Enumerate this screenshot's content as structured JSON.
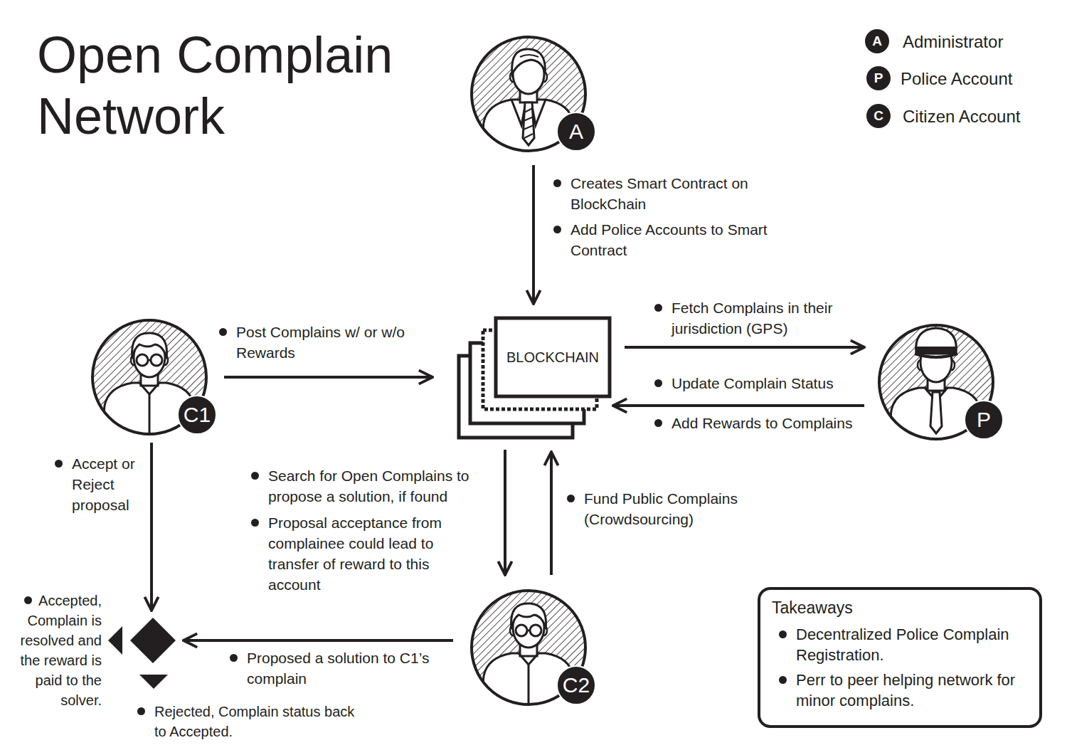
{
  "diagram": {
    "title": "Open Complain Network",
    "nodes": [
      {
        "text": [
          "A"
        ]
      },
      {
        "text": [
          "C1"
        ]
      },
      {
        "text": [
          "BLOCKCHAIN"
        ]
      },
      {
        "text": [
          "P"
        ]
      },
      {
        "text": [
          "Accepted, Complain is resolved and the reward is paid to the solver.",
          "Rejected, Complain status back to Accepted."
        ]
      },
      {
        "text": [
          "C2"
        ]
      },
      {
        "text": [
          "Takeaways",
          "Decentralized Police Complain Registration.",
          "Perr to peer helping network for minor complains."
        ]
      }
    ],
    "edges": [
      {
        "from": 0,
        "to": 2,
        "arrow": "to",
        "label": "Creates Smart Contract on BlockChain"
      },
      {
        "from": 1,
        "to": 2,
        "arrow": "to",
        "label": "Post Complains w/ or w/o Rewards"
      },
      {
        "from": 2,
        "to": 3,
        "arrow": "to",
        "label": "Fetch Complains in their jurisdiction (GPS)"
      },
      {
        "from": 3,
        "to": 2,
        "arrow": "to",
        "label": "Update Complain Status"
      },
      {
        "from": 2,
        "to": 5,
        "arrow": "to",
        "label": "Search for Open Complains to propose a solution, if found"
      },
      {
        "from": 5,
        "to": 2,
        "arrow": "to",
        "label": "Fund Public Complains (Crowdsourcing)"
      },
      {
        "from": 1,
        "to": 4,
        "arrow": "to",
        "label": "Accept or Reject proposal"
      },
      {
        "from": 5,
        "to": 4,
        "arrow": "to",
        "label": "Proposed a solution to C1’s complain"
      }
    ],
    "labels": [
      "Add Police Accounts to Smart Contract",
      "Add Rewards to Complains",
      "Proposal acceptance from complainee could lead to transfer of reward to this account",
      "A",
      "P",
      "C"
    ],
    "legend": [
      {
        "text": "Administrator"
      },
      {
        "text": "Police Account"
      },
      {
        "text": "Citizen Account"
      }
    ]
  }
}
